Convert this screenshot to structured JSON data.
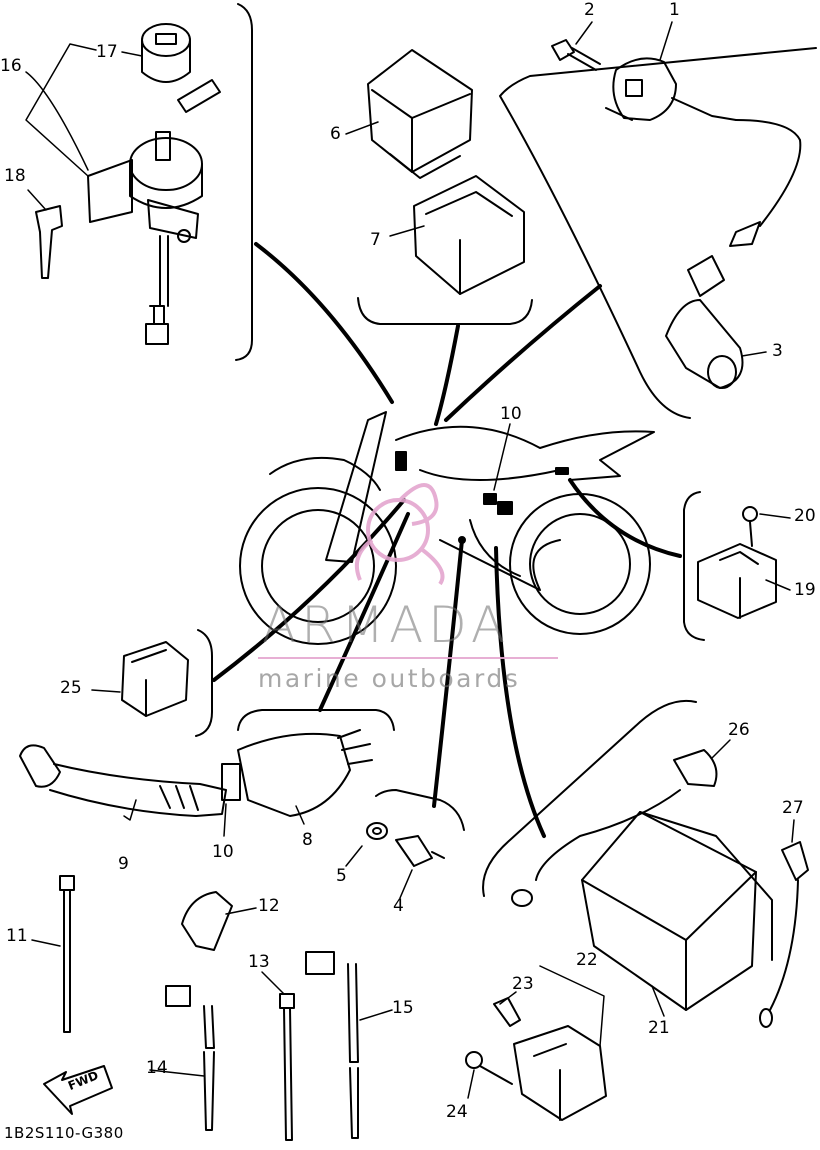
{
  "diagram": {
    "code": "1B2S110-G380",
    "forward_label": "FWD",
    "colors": {
      "line": "#000000",
      "watermark_text": "#6e6e6e",
      "watermark_accent": "#e4a6cf",
      "background": "#ffffff"
    },
    "watermark": {
      "title": "ARMADA",
      "subtitle": "marine outboards"
    },
    "parts": [
      {
        "id": "part-1",
        "label": "1"
      },
      {
        "id": "part-2",
        "label": "2"
      },
      {
        "id": "part-3",
        "label": "3"
      },
      {
        "id": "part-4",
        "label": "4"
      },
      {
        "id": "part-5",
        "label": "5"
      },
      {
        "id": "part-6",
        "label": "6"
      },
      {
        "id": "part-7",
        "label": "7"
      },
      {
        "id": "part-8",
        "label": "8"
      },
      {
        "id": "part-9",
        "label": "9"
      },
      {
        "id": "part-10a",
        "label": "10"
      },
      {
        "id": "part-10b",
        "label": "10"
      },
      {
        "id": "part-11",
        "label": "11"
      },
      {
        "id": "part-12",
        "label": "12"
      },
      {
        "id": "part-13",
        "label": "13"
      },
      {
        "id": "part-14",
        "label": "14"
      },
      {
        "id": "part-15",
        "label": "15"
      },
      {
        "id": "part-16",
        "label": "16"
      },
      {
        "id": "part-17",
        "label": "17"
      },
      {
        "id": "part-18",
        "label": "18"
      },
      {
        "id": "part-19",
        "label": "19"
      },
      {
        "id": "part-20",
        "label": "20"
      },
      {
        "id": "part-21",
        "label": "21"
      },
      {
        "id": "part-22",
        "label": "22"
      },
      {
        "id": "part-23",
        "label": "23"
      },
      {
        "id": "part-24",
        "label": "24"
      },
      {
        "id": "part-25",
        "label": "25"
      },
      {
        "id": "part-26",
        "label": "26"
      },
      {
        "id": "part-27",
        "label": "27"
      }
    ]
  }
}
